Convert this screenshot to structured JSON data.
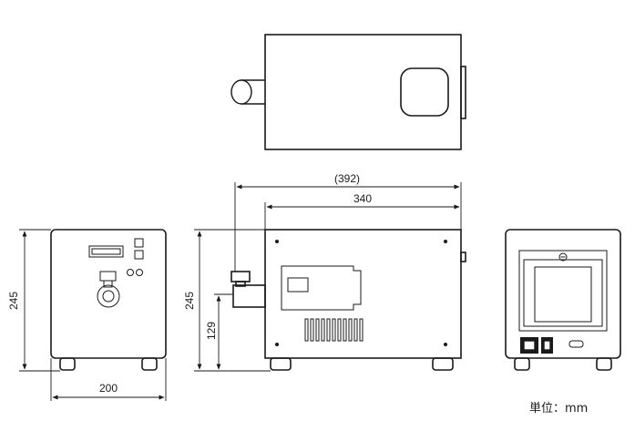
{
  "dimensions": {
    "front_height": "245",
    "front_width": "200",
    "side_height": "245",
    "connector_height": "129",
    "overall_length": "(392)",
    "body_length": "340"
  },
  "unit_label": "単位：mm"
}
